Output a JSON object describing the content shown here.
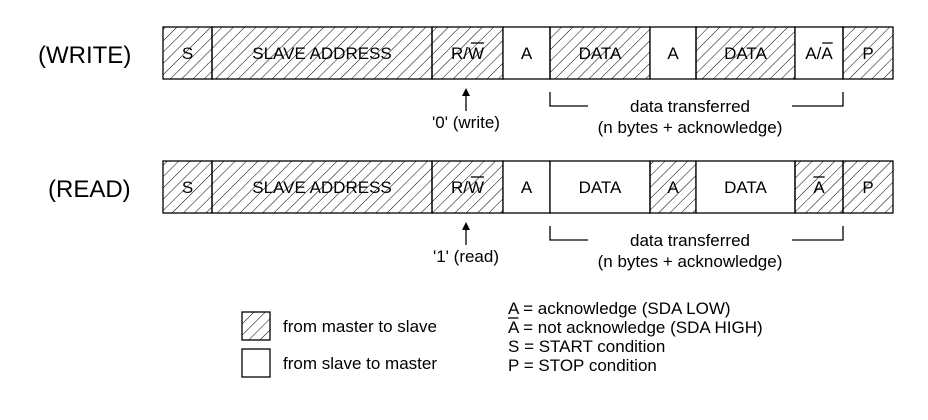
{
  "rows": [
    {
      "label": "(WRITE)",
      "cells": [
        {
          "text": "S",
          "hatched": true,
          "overline": false
        },
        {
          "text": "SLAVE ADDRESS",
          "hatched": true,
          "overline": false
        },
        {
          "text": "R/W",
          "hatched": true,
          "overline": false
        },
        {
          "text": "A",
          "hatched": false,
          "overline": false
        },
        {
          "text": "DATA",
          "hatched": true,
          "overline": false
        },
        {
          "text": "A",
          "hatched": false,
          "overline": false
        },
        {
          "text": "DATA",
          "hatched": true,
          "overline": false
        },
        {
          "text": "A/A",
          "hatched": false,
          "overline": false
        },
        {
          "text": "P",
          "hatched": true,
          "overline": false
        }
      ],
      "rw_note": "'0' (write)",
      "transfer_line1": "data transferred",
      "transfer_line2": "(n bytes + acknowledge)"
    },
    {
      "label": "(READ)",
      "cells": [
        {
          "text": "S",
          "hatched": true,
          "overline": false
        },
        {
          "text": "SLAVE ADDRESS",
          "hatched": true,
          "overline": false
        },
        {
          "text": "R/W",
          "hatched": true,
          "overline": false
        },
        {
          "text": "A",
          "hatched": false,
          "overline": false
        },
        {
          "text": "DATA",
          "hatched": false,
          "overline": false
        },
        {
          "text": "A",
          "hatched": true,
          "overline": false
        },
        {
          "text": "DATA",
          "hatched": false,
          "overline": false
        },
        {
          "text": "A",
          "hatched": true,
          "overline": true
        },
        {
          "text": "P",
          "hatched": true,
          "overline": false
        }
      ],
      "rw_note": "'1' (read)",
      "transfer_line1": "data transferred",
      "transfer_line2": "(n bytes + acknowledge)"
    }
  ],
  "legend": {
    "hatched_label": "from master to slave",
    "plain_label": "from slave to master"
  },
  "definitions": [
    {
      "symbol": "A",
      "overline": false,
      "text": " = acknowledge (SDA LOW)"
    },
    {
      "symbol": "A",
      "overline": true,
      "text": " = not acknowledge (SDA HIGH)"
    },
    {
      "symbol": "S",
      "overline": false,
      "text": " = START condition"
    },
    {
      "symbol": "P",
      "overline": false,
      "text": " = STOP condition"
    }
  ],
  "colors": {
    "stroke": "#000000",
    "hatch": "#000000",
    "background": "#ffffff"
  }
}
